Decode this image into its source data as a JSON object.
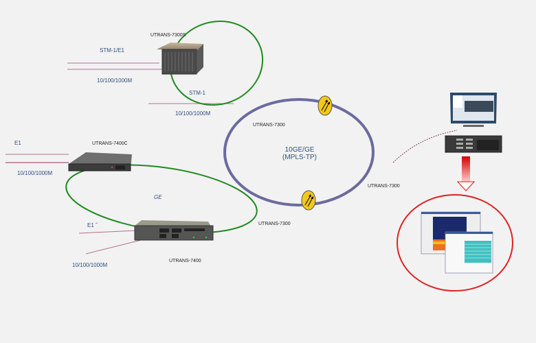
{
  "diagram": {
    "ring_label_line1": "10GE/GE",
    "ring_label_line2": "(MPLS-TP)",
    "devices": {
      "d7300s": "UTRANS-7300S",
      "d7400c": "UTRANS-7400C",
      "d7400": "UTRANS-7400",
      "ring_node_top_left": "UTRANS-7300",
      "ring_node_right": "UTRANS-7300",
      "ring_node_bottom": "UTRANS-7300"
    },
    "links": {
      "stm1e1": "STM-1/E1",
      "eth1": "10/100/1000M",
      "stm1": "STM-1",
      "eth2": "10/100/1000M",
      "e1_a": "E1",
      "eth3": "10/100/1000M",
      "ge": "GE",
      "e1_b": "E1 ˝",
      "eth4": "10/100/1000M"
    },
    "colors": {
      "ring": "#6b6b9e",
      "subring": "#1e8a1e",
      "tributary": "#b0708f",
      "router": "#f2c81a",
      "nms_circle": "#e02020",
      "arrow": "#e81010"
    }
  }
}
